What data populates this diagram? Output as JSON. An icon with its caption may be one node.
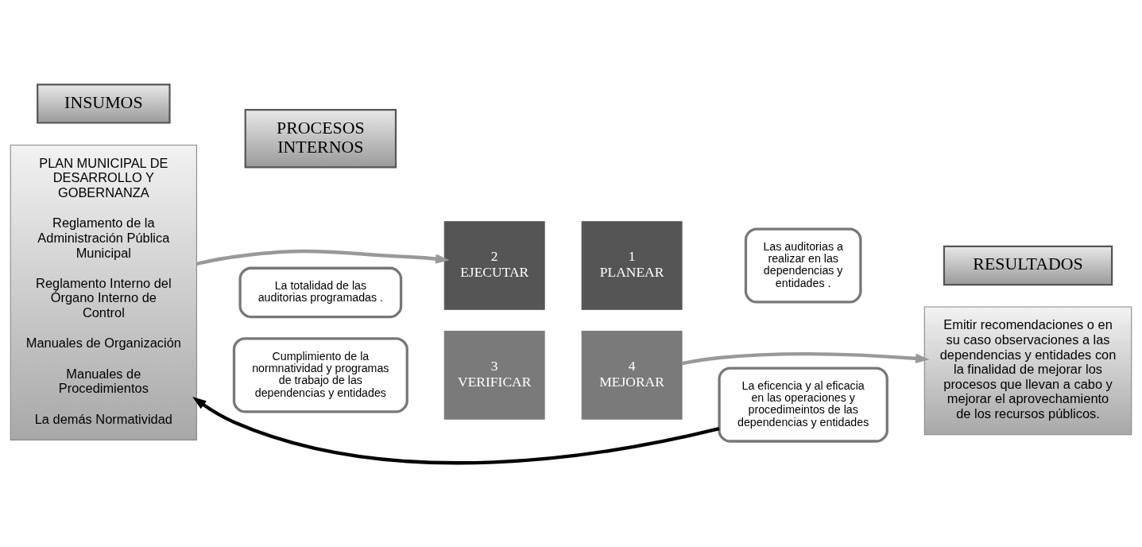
{
  "diagram": {
    "nodes": [
      {
        "text": [
          "INSUMOS"
        ]
      },
      {
        "text": [
          "PLAN MUNICIPAL DE DESARROLLO Y GOBERNANZA",
          "Reglamento de la Administración Pública Municipal",
          "Reglamento Interno del Órgano Interno de Control",
          "Manuales de Organización",
          "Manuales de Procedimientos",
          "La demás Normatividad"
        ]
      },
      {
        "text": [
          "PROCESOS INTERNOS"
        ]
      },
      {
        "text": [
          "La totalidad de las auditorias programadas ."
        ]
      },
      {
        "text": [
          "Las auditorias a realizar en las dependencias y entidades ."
        ]
      },
      {
        "text": [
          "2",
          "EJECUTAR"
        ]
      },
      {
        "text": [
          "1",
          "PLANEAR"
        ]
      },
      {
        "text": [
          "3",
          "VERIFICAR"
        ]
      },
      {
        "text": [
          "4",
          "MEJORAR"
        ]
      },
      {
        "text": [
          "Cumplimiento de la normnatividad y programas de trabajo de las dependencias y entidades"
        ]
      },
      {
        "text": [
          "La eficencia y al eficacia en las operaciones y procedimeintos de las dependencias y entidades"
        ]
      },
      {
        "text": [
          "RESULTADOS"
        ]
      },
      {
        "text": [
          "Emitir recomendaciones o en su caso observaciones a las dependencias y entidades con la finalidad de mejorar los procesos que llevan a cabo y mejorar el aprovechamiento de los recursos públicos."
        ]
      }
    ],
    "edges": [
      {
        "from": 1,
        "to": 5,
        "arrow": "to"
      },
      {
        "from": 8,
        "to": 12,
        "arrow": "to"
      },
      {
        "from": 10,
        "to": 1,
        "arrow": "to",
        "color": "#000000"
      }
    ]
  }
}
